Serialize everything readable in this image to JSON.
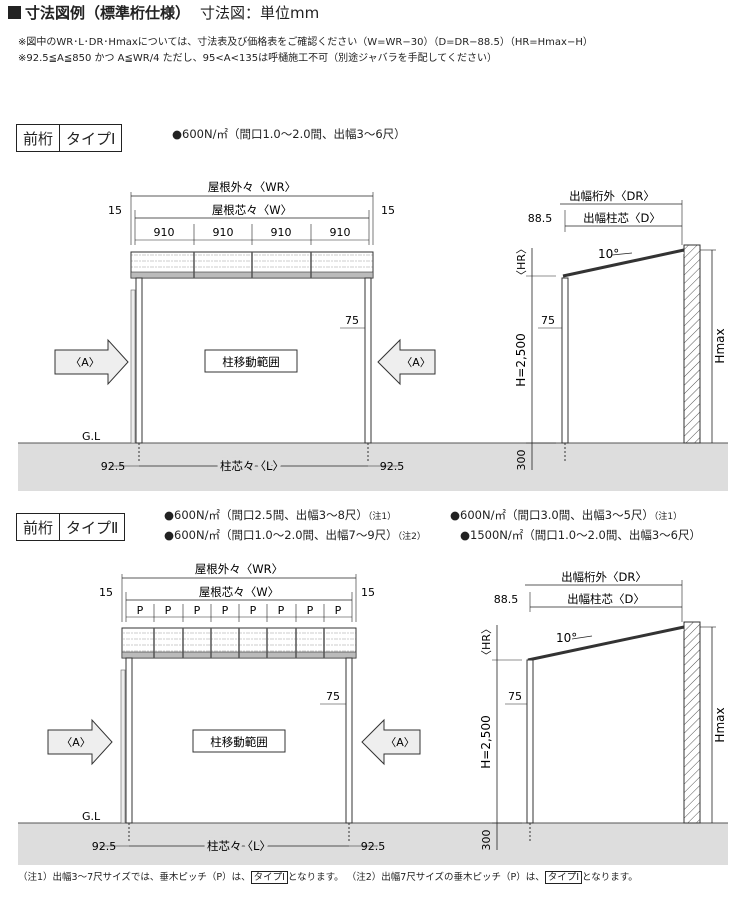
{
  "header": {
    "title": "寸法図例（標準桁仕様）",
    "unit": "寸法図：単位mm",
    "note1": "※図中のWR･L･DR･Hmaxについては、寸法表及び価格表をご確認ください（W=WR−30）（D=DR−88.5）（HR=Hmax−H）",
    "note2": "※92.5≦A≦850 かつ A≦WR/4 ただし、95<A<135は呼樋施工不可（別途ジャバラを手配してください）"
  },
  "type1": {
    "label_front": "前桁",
    "label_type": "タイプⅠ",
    "spec": "●600N/㎡（間口1.0〜2.0間、出幅3〜6尺）",
    "front": {
      "wr": "屋根外々〈WR〉",
      "w": "屋根芯々〈W〉",
      "side_left": "15",
      "side_right": "15",
      "pitches": [
        "910",
        "910",
        "910",
        "910"
      ],
      "post": "75",
      "arrow_left": "〈A〉",
      "arrow_right": "〈A〉",
      "range": "柱移動範囲",
      "gl": "G.L",
      "l": "柱芯々〈L〉",
      "offset_left": "92.5",
      "offset_right": "92.5"
    },
    "side": {
      "dr": "出幅桁外〈DR〉",
      "d": "出幅柱芯〈D〉",
      "eave": "88.5",
      "angle": "10°",
      "hr": "〈HR〉",
      "post": "75",
      "h": "H=2,500",
      "hmax": "Hmax",
      "base": "300"
    }
  },
  "type2": {
    "label_front": "前桁",
    "label_type": "タイプⅡ",
    "spec1": "●600N/㎡（間口2.5間、出幅3〜8尺）",
    "spec1_note": "（注1）",
    "spec2": "●600N/㎡（間口3.0間、出幅3〜5尺）",
    "spec2_note": "（注1）",
    "spec3": "●600N/㎡（間口1.0〜2.0間、出幅7〜9尺）",
    "spec3_note": "（注2）",
    "spec4": "●1500N/㎡（間口1.0〜2.0間、出幅3〜6尺）",
    "front": {
      "wr": "屋根外々〈WR〉",
      "w": "屋根芯々〈W〉",
      "side_left": "15",
      "side_right": "15",
      "pitches": [
        "P",
        "P",
        "P",
        "P",
        "P",
        "P",
        "P",
        "P"
      ],
      "post": "75",
      "arrow_left": "〈A〉",
      "arrow_right": "〈A〉",
      "range": "柱移動範囲",
      "gl": "G.L",
      "l": "柱芯々〈L〉",
      "offset_left": "92.5",
      "offset_right": "92.5"
    },
    "side": {
      "dr": "出幅桁外〈DR〉",
      "d": "出幅柱芯〈D〉",
      "eave": "88.5",
      "angle": "10°",
      "hr": "〈HR〉",
      "post": "75",
      "h": "H=2,500",
      "hmax": "Hmax",
      "base": "300"
    }
  },
  "footer": {
    "note_a": "（注1）出幅3〜7尺サイズでは、垂木ピッチ（P）は、",
    "note_a_box": "タイプⅠ",
    "note_a_end": "となります。",
    "note_b": "（注2）出幅7尺サイズの垂木ピッチ（P）は、",
    "note_b_box": "タイプⅠ",
    "note_b_end": "となります。"
  }
}
